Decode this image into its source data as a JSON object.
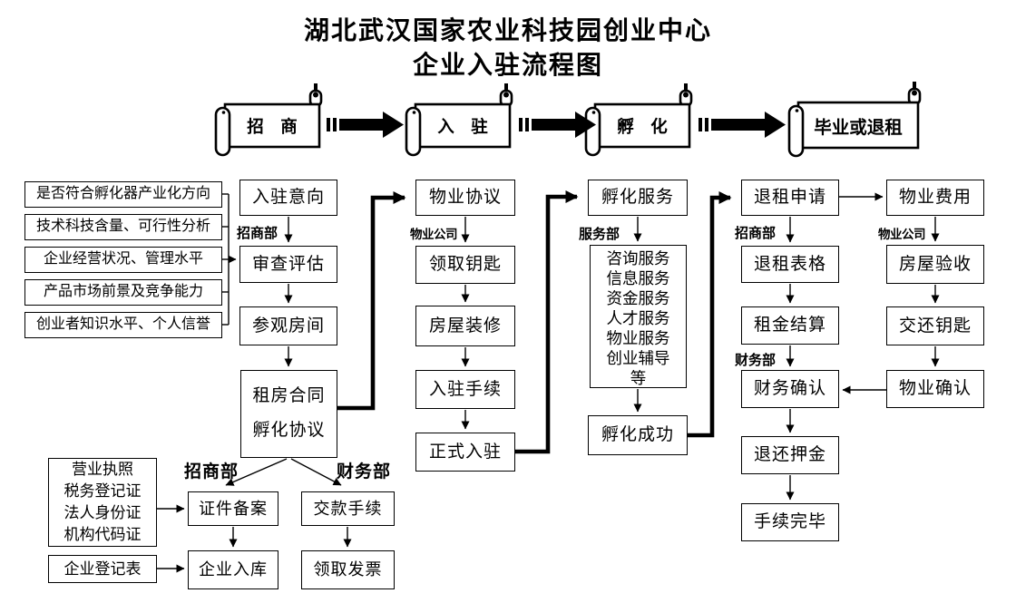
{
  "title": {
    "line1": "湖北武汉国家农业科技园创业中心",
    "line2": "企业入驻流程图"
  },
  "phases": [
    {
      "label": "招　商"
    },
    {
      "label": "入　驻"
    },
    {
      "label": "孵　化"
    },
    {
      "label": "毕业或退租"
    }
  ],
  "criteria": [
    "是否符合孵化器产业化方向",
    "技术科技含量、可行性分析",
    "企业经营状况、管理水平",
    "产品市场前景及竞争能力",
    "创业者知识水平、个人信誉"
  ],
  "dept_labels": [
    {
      "id": "zhaoshangbu-col2",
      "text": "招商部"
    },
    {
      "id": "wuyegongsi-col3",
      "text": "物业公司"
    },
    {
      "id": "fuwubu-col4",
      "text": "服务部"
    },
    {
      "id": "zhaoshangbu-col5",
      "text": "招商部"
    },
    {
      "id": "caiwubu-col5",
      "text": "财务部"
    },
    {
      "id": "wuyegongsi-col6",
      "text": "物业公司"
    },
    {
      "id": "zhaoshangbu-bottom",
      "text": "招商部"
    },
    {
      "id": "caiwubu-bottom",
      "text": "财务部"
    }
  ],
  "nodes": {
    "ruzhu_yixiang": "入驻意向",
    "shencha_pinggu": "审查评估",
    "canguan_fangjian": "参观房间",
    "zufang_line1": "租房合同",
    "zufang_line2": "孵化协议",
    "wuye_xieyi": "物业协议",
    "lingqu_yaoshi": "领取钥匙",
    "fangwu_zhuangxiu": "房屋装修",
    "ruzhu_shouxu": "入驻手续",
    "zhengshi_ruzhu": "正式入驻",
    "fuhua_fuwu": "孵化服务",
    "services": [
      "咨询服务",
      "信息服务",
      "资金服务",
      "人才服务",
      "物业服务",
      "创业辅导",
      "等"
    ],
    "fuhua_chenggong": "孵化成功",
    "tuizu_shenqing": "退租申请",
    "tuizu_biaoge": "退租表格",
    "zujin_jiesuan": "租金结算",
    "caiwu_queren": "财务确认",
    "tuihuan_yajin": "退还押金",
    "shouxu_wanbi": "手续完毕",
    "wuye_feiyong": "物业费用",
    "fangwu_yanshou": "房屋验收",
    "jiaohuan_yaoshi": "交还钥匙",
    "wuye_queren": "物业确认",
    "docs": [
      "营业执照",
      "税务登记证",
      "法人身份证",
      "机构代码证"
    ],
    "qiye_dengjibiao": "企业登记表",
    "zhengjian_beian": "证件备案",
    "qiye_ruku": "企业入库",
    "jiaokuan_shouxu": "交款手续",
    "lingqu_fapiao": "领取发票"
  },
  "colors": {
    "ink": "#000000",
    "paper": "#ffffff"
  }
}
